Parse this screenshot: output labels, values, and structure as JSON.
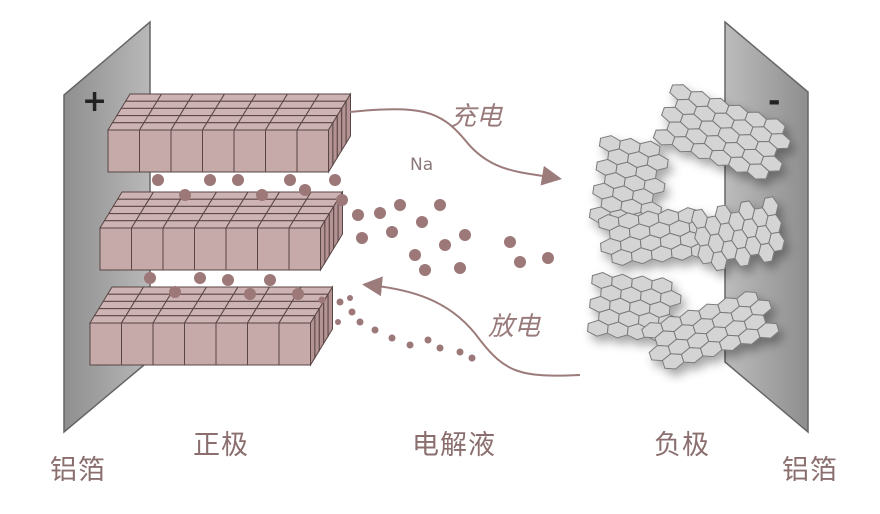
{
  "labels": {
    "left_foil": "铝箔",
    "right_foil": "铝箔",
    "cathode": "正极",
    "electrolyte": "电解液",
    "anode": "负极",
    "charge": "充电",
    "discharge": "放电",
    "ion": "Na",
    "plus": "+",
    "minus": "-"
  },
  "colors": {
    "foil": "#a9a9a9",
    "cathode_block": "#c6a9a9",
    "cathode_stroke": "#5a4545",
    "ion": "#9c7878",
    "anode_cell": "#d4d4d4",
    "arrow": "#9c7b7b",
    "label": "#8b6f6f"
  }
}
